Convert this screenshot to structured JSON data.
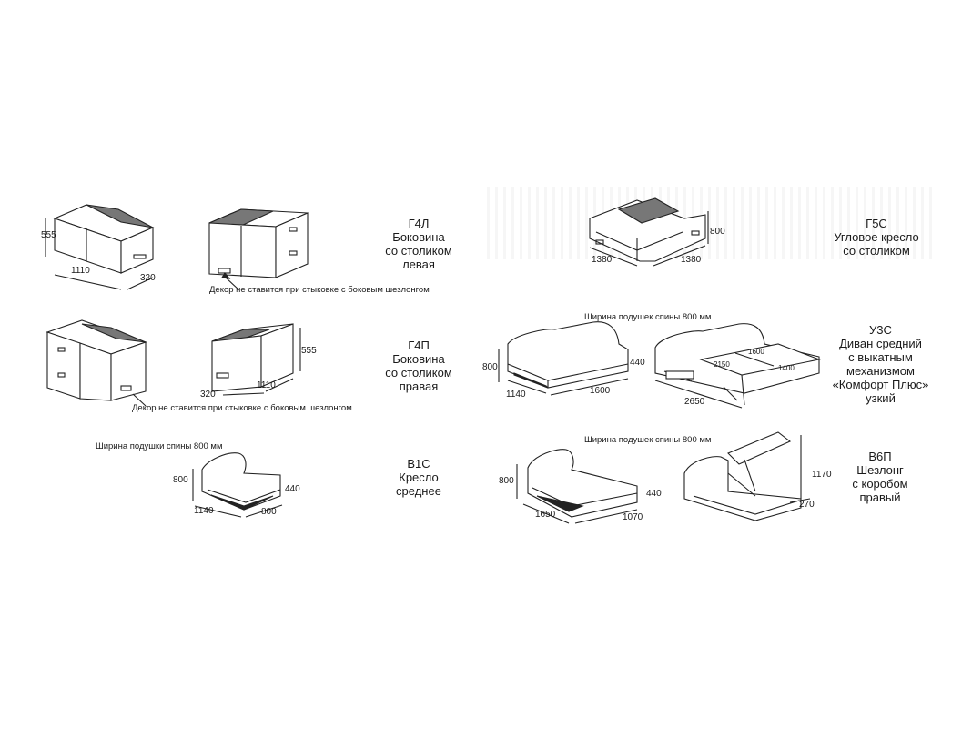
{
  "modules": [
    {
      "code": "Г4Л",
      "lines": [
        "Боковина",
        "со столиком",
        "левая"
      ]
    },
    {
      "code": "Г5С",
      "lines": [
        "Угловое кресло",
        "со столиком"
      ]
    },
    {
      "code": "Г4П",
      "lines": [
        "Боковина",
        "со столиком",
        "правая"
      ]
    },
    {
      "code": "У3С",
      "lines": [
        "Диван средний",
        "с выкатным",
        "механизмом",
        "«Комфорт Плюс»",
        "узкий"
      ]
    },
    {
      "code": "В1С",
      "lines": [
        "Кресло",
        "среднее"
      ]
    },
    {
      "code": "В6П",
      "lines": [
        "Шезлонг",
        "с коробом",
        "правый"
      ]
    }
  ],
  "notes": {
    "decor": "Декор не ставится при стыковке с боковым шезлонгом",
    "back_cushions": "Ширина подушек спины 800 мм",
    "back_cushion": "Ширина подушки спины 800 мм"
  },
  "dimensions": {
    "g4l": {
      "h": "555",
      "w": "1110",
      "d": "320"
    },
    "g4p": {
      "h": "555",
      "w": "1110",
      "d": "320"
    },
    "g5s": {
      "h": "800",
      "a": "1380",
      "b": "1380"
    },
    "u3s": {
      "h": "800",
      "seat": "440",
      "d": "1140",
      "w": "1600",
      "ext_w": "2650",
      "s1": "2150",
      "s2": "1600",
      "s3": "1400"
    },
    "v1s": {
      "h": "800",
      "seat": "440",
      "d": "1140",
      "w": "800"
    },
    "v6p": {
      "h": "800",
      "seat": "440",
      "d": "1650",
      "w": "1070",
      "open": "1170",
      "box": "270"
    }
  }
}
